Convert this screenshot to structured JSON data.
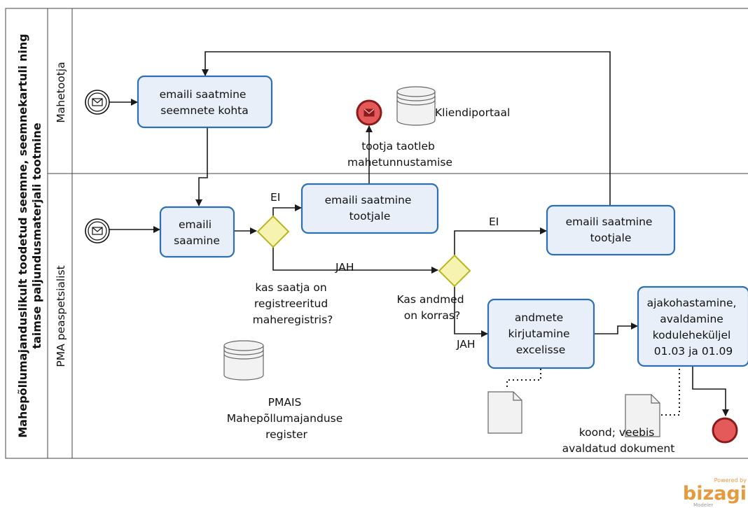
{
  "pool": {
    "title_line1": "Mahepõllumajanduslikult toodetud seemne, seemnekartuli ning",
    "title_line2": "taimse paljundusmaterjali tootmine"
  },
  "lanes": {
    "top": "Mahetootja",
    "bottom": "PMA peaspetsialist"
  },
  "tasks": {
    "t1": [
      "emaili saatmine",
      "seemnete kohta"
    ],
    "t2": [
      "emaili",
      "saamine"
    ],
    "t3": [
      "emaili saatmine",
      "tootjale"
    ],
    "t4": [
      "emaili saatmine",
      "tootjale"
    ],
    "t5": [
      "andmete",
      "kirjutamine",
      "excelisse"
    ],
    "t6": [
      "ajakohastamine,",
      "avaldamine",
      "kodule­heküljel",
      "01.03 ja 01.09"
    ]
  },
  "labels": {
    "end_event_label": [
      "tootja taotleb",
      "mahetunnustamise"
    ],
    "datastore_portal": "Kliendiportaal",
    "datastore_pmais": [
      "PMAIS",
      "Mahepõllumajanduse",
      "register"
    ],
    "gateway1_question": [
      "kas  saatja on",
      "registreeritud",
      "maheregistris?"
    ],
    "gateway2_question": [
      "Kas andmed",
      "on korras?"
    ],
    "g1_ei": "EI",
    "g1_jah": "JAH",
    "g2_ei": "EI",
    "g2_jah": "JAH",
    "doc2_label": [
      "koond; veebis",
      "avaldatud dokument"
    ]
  },
  "brand": {
    "powered": "Powered by",
    "name": "bizagi",
    "sub": "Modeler"
  },
  "colors": {
    "task_fill": "#e9eff9",
    "task_stroke": "#2d6fb4",
    "gateway_fill": "#f6f3b0",
    "gateway_stroke": "#b9b520",
    "end_fill": "#e45a5a",
    "end_stroke": "#8c1a1a",
    "brand": "#e59a3e"
  }
}
